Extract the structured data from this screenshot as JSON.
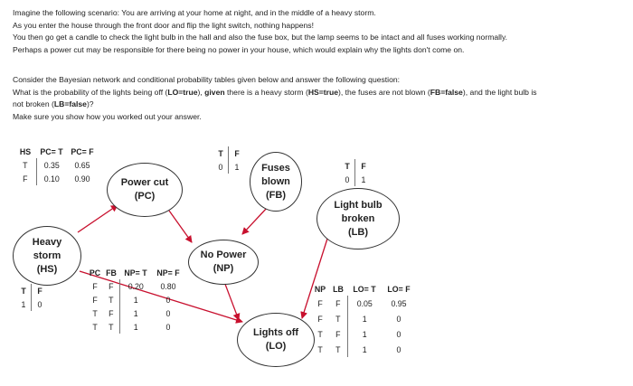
{
  "question": {
    "p1": [
      "Imagine the following scenario: You are arriving at your home at night, and in the middle of a heavy storm.",
      "As you enter the house through the front door and flip the light switch, nothing happens!",
      "You then go get a candle to check the light bulb in the hall and also the fuse box, but the lamp seems to be intact and all fuses working normally.",
      "Perhaps a power cut may be responsible for there being no power in your house, which would explain why the lights don't come on."
    ],
    "p2_line1": "Consider the Bayesian network and conditional probability tables given below and answer the following question:",
    "p2_line2_a": "What is the probability of the lights being off (",
    "p2_line2_b": "LO=true",
    "p2_line2_c": "), ",
    "p2_line2_d": "given",
    "p2_line2_e": " there is a heavy storm (",
    "p2_line2_f": "HS=true",
    "p2_line2_g": "), the fuses are not blown (",
    "p2_line2_h": "FB=false",
    "p2_line2_i": "), and the light bulb is",
    "p2_line3_a": "not broken (",
    "p2_line3_b": "LB=false",
    "p2_line3_c": ")?",
    "p2_line4": "Make sure you show how you worked out your answer."
  },
  "nodes": {
    "hs": [
      "Heavy",
      "storm",
      "(HS)"
    ],
    "pc": [
      "Power cut",
      "(PC)"
    ],
    "fb": [
      "Fuses",
      "blown",
      "(FB)"
    ],
    "lb": [
      "Light bulb",
      "broken",
      "(LB)"
    ],
    "np": [
      "No Power",
      "(NP)"
    ],
    "lo": [
      "Lights off",
      "(LO)"
    ]
  },
  "tables": {
    "pc": {
      "headers": [
        "HS",
        "PC= T",
        "PC= F"
      ],
      "rows": [
        [
          "T",
          "0.35",
          "0.65"
        ],
        [
          "F",
          "0.10",
          "0.90"
        ]
      ]
    },
    "hs": {
      "headers": [
        "T",
        "F"
      ],
      "rows": [
        [
          "1",
          "0"
        ]
      ]
    },
    "fb": {
      "headers": [
        "T",
        "F"
      ],
      "rows": [
        [
          "0",
          "1"
        ]
      ]
    },
    "lb": {
      "headers": [
        "T",
        "F"
      ],
      "rows": [
        [
          "0",
          "1"
        ]
      ]
    },
    "np": {
      "headers": [
        "PC",
        "FB",
        "NP= T",
        "NP= F"
      ],
      "rows": [
        [
          "F",
          "F",
          "0.20",
          "0.80"
        ],
        [
          "F",
          "T",
          "1",
          "0"
        ],
        [
          "T",
          "F",
          "1",
          "0"
        ],
        [
          "T",
          "T",
          "1",
          "0"
        ]
      ]
    },
    "lo": {
      "headers": [
        "NP",
        "LB",
        "LO= T",
        "LO= F"
      ],
      "rows": [
        [
          "F",
          "F",
          "0.05",
          "0.95"
        ],
        [
          "F",
          "T",
          "1",
          "0"
        ],
        [
          "T",
          "F",
          "1",
          "0"
        ],
        [
          "T",
          "T",
          "1",
          "0"
        ]
      ]
    }
  },
  "colors": {
    "arrow": "#c8102e",
    "text": "#222222",
    "border": "#333333"
  }
}
